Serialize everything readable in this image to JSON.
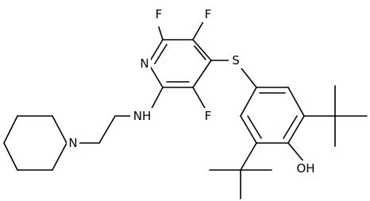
{
  "structure": {
    "labels": {
      "f_top_left": "F",
      "f_top_right": "F",
      "f_bottom": "F",
      "n_pyridine": "N",
      "sulfur": "S",
      "amine_nh": "NH",
      "n_piperidine": "N",
      "hydroxyl": "OH"
    }
  }
}
